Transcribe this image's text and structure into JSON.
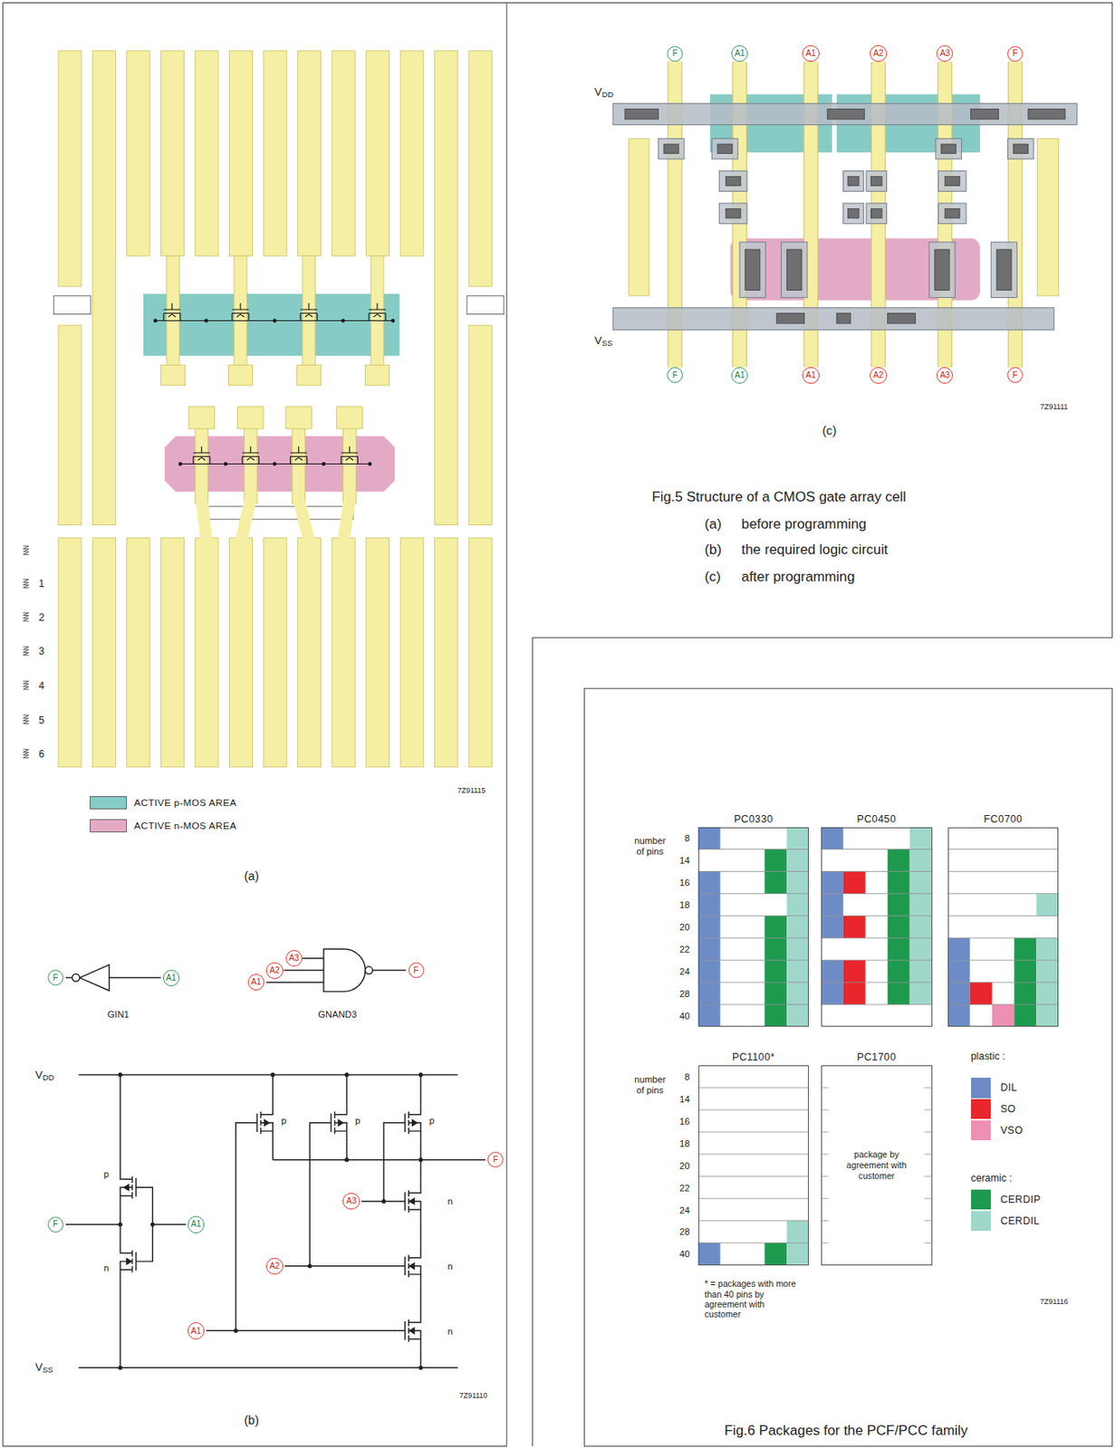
{
  "diagram": {
    "nodes": [
      {
        "text": [
          "F"
        ]
      },
      {
        "text": [
          "A1"
        ]
      },
      {
        "text": [
          "A3"
        ]
      },
      {
        "text": [
          "A2"
        ]
      },
      {
        "text": [
          "A1"
        ]
      },
      {
        "text": [
          "F"
        ]
      },
      {
        "text": [
          "F"
        ]
      },
      {
        "text": [
          "A1"
        ]
      },
      {
        "text": [
          "A3"
        ]
      },
      {
        "text": [
          "A2"
        ]
      },
      {
        "text": [
          "A1"
        ]
      },
      {
        "text": [
          "F"
        ]
      },
      {
        "text": [
          "F"
        ]
      },
      {
        "text": [
          "A1"
        ]
      },
      {
        "text": [
          "A1"
        ]
      },
      {
        "text": [
          "A2"
        ]
      },
      {
        "text": [
          "A3"
        ]
      },
      {
        "text": [
          "F"
        ]
      },
      {
        "text": [
          "F"
        ]
      },
      {
        "text": [
          "A1"
        ]
      },
      {
        "text": [
          "A1"
        ]
      },
      {
        "text": [
          "A2"
        ]
      },
      {
        "text": [
          "A3"
        ]
      },
      {
        "text": [
          "F"
        ]
      },
      {
        "text": [
          "PC0330"
        ]
      },
      {
        "text": [
          "PC0450"
        ]
      },
      {
        "text": [
          "FC0700"
        ]
      },
      {
        "text": [
          "PC1100*"
        ]
      },
      {
        "text": [
          "PC1700",
          "package by agreement with customer"
        ]
      }
    ],
    "edges": [
      {
        "from": 12,
        "to": 18,
        "arrow": "none"
      },
      {
        "from": 13,
        "to": 19,
        "arrow": "none"
      },
      {
        "from": 14,
        "to": 20,
        "arrow": "none"
      },
      {
        "from": 15,
        "to": 21,
        "arrow": "none"
      },
      {
        "from": 16,
        "to": 22,
        "arrow": "none"
      },
      {
        "from": 17,
        "to": 23,
        "arrow": "none"
      }
    ],
    "labels": [
      "1",
      "2",
      "3",
      "4",
      "5",
      "6",
      "7Z91115",
      "(a)",
      "GIN1",
      "GNAND3",
      "VDD",
      "p",
      "n",
      "p",
      "p",
      "p",
      "n",
      "n",
      "n",
      "VSS",
      "7Z91110",
      "(b)",
      "VDD",
      "VSS",
      "7Z91111",
      "(c)",
      "Fig.5 Structure of a CMOS gate array cell",
      "(a)",
      "before programming",
      "(b)",
      "the required logic circuit",
      "(c)",
      "after programming",
      "number of pins",
      "8",
      "14",
      "16",
      "18",
      "20",
      "22",
      "24",
      "28",
      "40",
      "number of pins",
      "8",
      "14",
      "16",
      "18",
      "20",
      "22",
      "24",
      "28",
      "40",
      "plastic :",
      "ceramic :",
      "* = packages with more than 40 pins by agreement with customer",
      "7Z91116",
      "Fig.6 Packages for the PCF/PCC family"
    ],
    "legend": [
      {
        "text": "ACTIVE p-MOS AREA",
        "color": "#86cbc5"
      },
      {
        "text": "ACTIVE n-MOS AREA",
        "color": "#e3aac6"
      },
      {
        "text": "DIL",
        "color": "#6d8cc6"
      },
      {
        "text": "SO",
        "color": "#e8262b"
      },
      {
        "text": "VSO",
        "color": "#ef8fb4"
      },
      {
        "text": "CERDIP",
        "color": "#1e9a4f"
      },
      {
        "text": "CERDIL",
        "color": "#9fd8cb"
      }
    ]
  }
}
